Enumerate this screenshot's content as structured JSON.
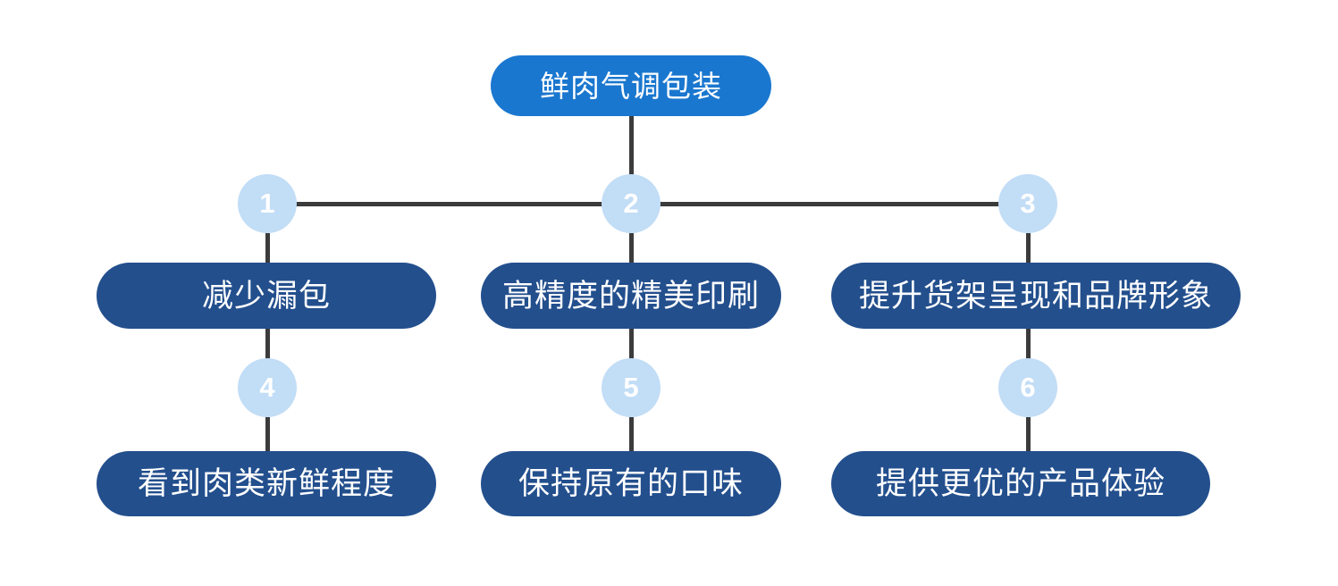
{
  "diagram": {
    "type": "hierarchy-tree",
    "title_node": {
      "label": "鲜肉气调包装",
      "color": "#1a77cf",
      "text_color": "#ffffff"
    },
    "branch_color": "#234f8d",
    "circle_color": "#c2ddf6",
    "circle_text_color": "#ffffff",
    "connector_color": "#3b3b3b",
    "background": "#ffffff",
    "steps": [
      {
        "number": "1",
        "label": "减少漏包"
      },
      {
        "number": "2",
        "label": "高精度的精美印刷"
      },
      {
        "number": "3",
        "label": "提升货架呈现和品牌形象"
      },
      {
        "number": "4",
        "label": "看到肉类新鲜程度"
      },
      {
        "number": "5",
        "label": "保持原有的口味"
      },
      {
        "number": "6",
        "label": "提供更优的产品体验"
      }
    ]
  }
}
